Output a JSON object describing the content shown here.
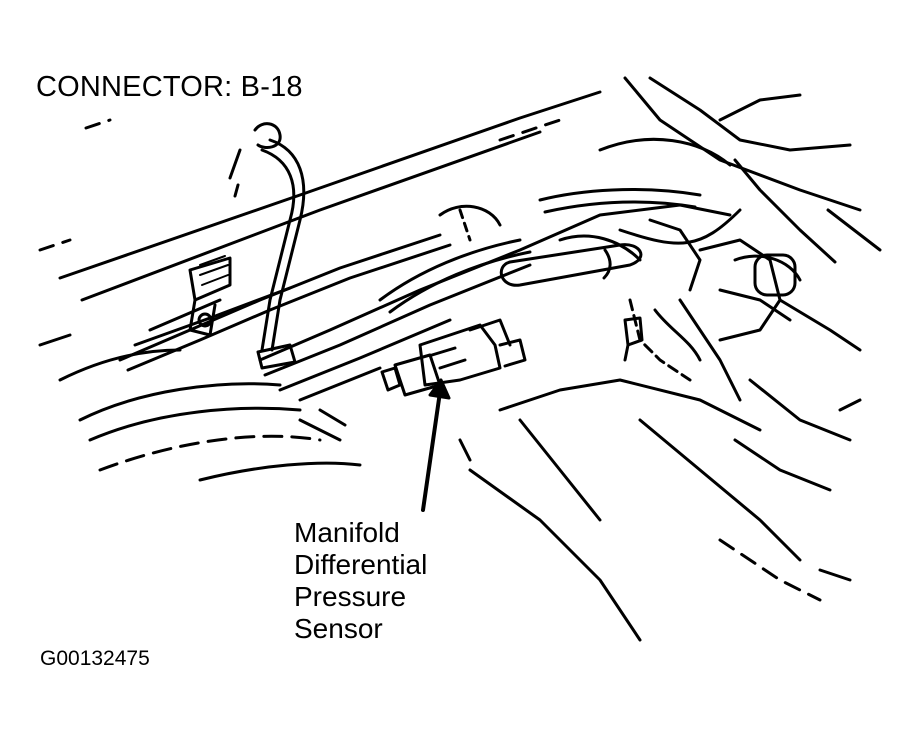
{
  "diagram": {
    "title": "CONNECTOR: B-18",
    "callout": {
      "lines": [
        "Manifold",
        "Differential",
        "Pressure",
        "Sensor"
      ]
    },
    "figure_id": "G00132475",
    "colors": {
      "line": "#000000",
      "background": "#ffffff"
    }
  }
}
